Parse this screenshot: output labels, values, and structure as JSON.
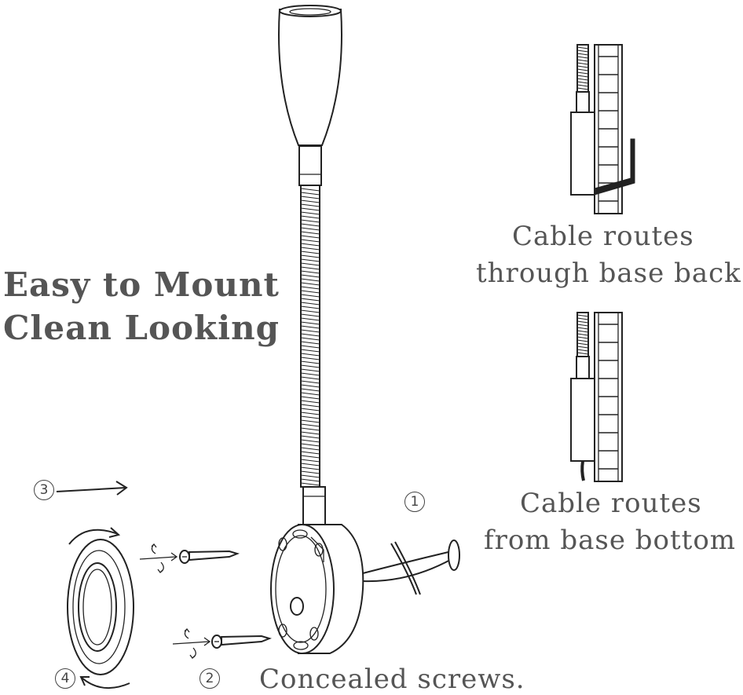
{
  "headline": {
    "line1": "Easy to Mount",
    "line2": "Clean Looking"
  },
  "captions": {
    "back_line1": "Cable routes",
    "back_line2": "through base back",
    "bottom_line1": "Cable routes",
    "bottom_line2": "from base bottom",
    "screws": "Concealed screws."
  },
  "steps": {
    "one": "1",
    "two": "2",
    "three": "3",
    "four": "4"
  },
  "colors": {
    "text": "#555555",
    "line": "#222222"
  }
}
